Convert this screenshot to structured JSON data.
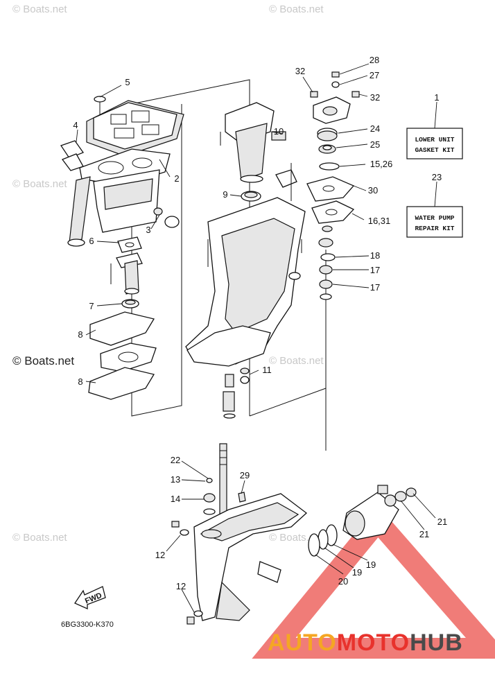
{
  "watermarks": {
    "text": "© Boats.net"
  },
  "callouts": [
    {
      "id": "c1",
      "label": "1"
    },
    {
      "id": "c2",
      "label": "2"
    },
    {
      "id": "c3",
      "label": "3"
    },
    {
      "id": "c4",
      "label": "4"
    },
    {
      "id": "c5",
      "label": "5"
    },
    {
      "id": "c6",
      "label": "6"
    },
    {
      "id": "c7",
      "label": "7"
    },
    {
      "id": "c8a",
      "label": "8"
    },
    {
      "id": "c8b",
      "label": "8"
    },
    {
      "id": "c9",
      "label": "9"
    },
    {
      "id": "c10",
      "label": "10"
    },
    {
      "id": "c11",
      "label": "11"
    },
    {
      "id": "c12a",
      "label": "12"
    },
    {
      "id": "c12b",
      "label": "12"
    },
    {
      "id": "c13",
      "label": "13"
    },
    {
      "id": "c14",
      "label": "14"
    },
    {
      "id": "c1526",
      "label": "15,26"
    },
    {
      "id": "c1631",
      "label": "16,31"
    },
    {
      "id": "c17a",
      "label": "17"
    },
    {
      "id": "c17b",
      "label": "17"
    },
    {
      "id": "c18",
      "label": "18"
    },
    {
      "id": "c19a",
      "label": "19"
    },
    {
      "id": "c19b",
      "label": "19"
    },
    {
      "id": "c20",
      "label": "20"
    },
    {
      "id": "c21a",
      "label": "21"
    },
    {
      "id": "c21b",
      "label": "21"
    },
    {
      "id": "c22",
      "label": "22"
    },
    {
      "id": "c23",
      "label": "23"
    },
    {
      "id": "c24",
      "label": "24"
    },
    {
      "id": "c25",
      "label": "25"
    },
    {
      "id": "c27",
      "label": "27"
    },
    {
      "id": "c28",
      "label": "28"
    },
    {
      "id": "c29",
      "label": "29"
    },
    {
      "id": "c30",
      "label": "30"
    },
    {
      "id": "c32a",
      "label": "32"
    },
    {
      "id": "c32b",
      "label": "32"
    }
  ],
  "kits": {
    "gasket_line1": "LOWER UNIT",
    "gasket_line2": "GASKET KIT",
    "pump_line1": "WATER PUMP",
    "pump_line2": "REPAIR KIT"
  },
  "fwd_label": "FWD",
  "diagram_code": "6BG3300-K370",
  "logo": {
    "part1": "AUTO",
    "part2": "MOTO",
    "part3": "HUB",
    "color1": "#f5a623",
    "color2": "#e8322c",
    "color3": "#4a4a4a"
  }
}
